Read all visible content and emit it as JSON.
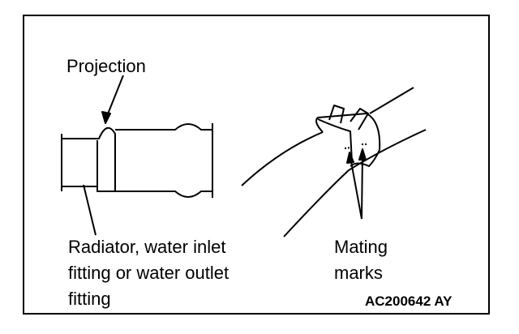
{
  "labels": {
    "projection": "Projection",
    "radiator_lines": [
      "Radiator, water inlet",
      "fitting or water outlet",
      "fitting"
    ],
    "mating_lines": [
      "Mating",
      "marks"
    ],
    "figure_code": "AC200642 AY"
  }
}
